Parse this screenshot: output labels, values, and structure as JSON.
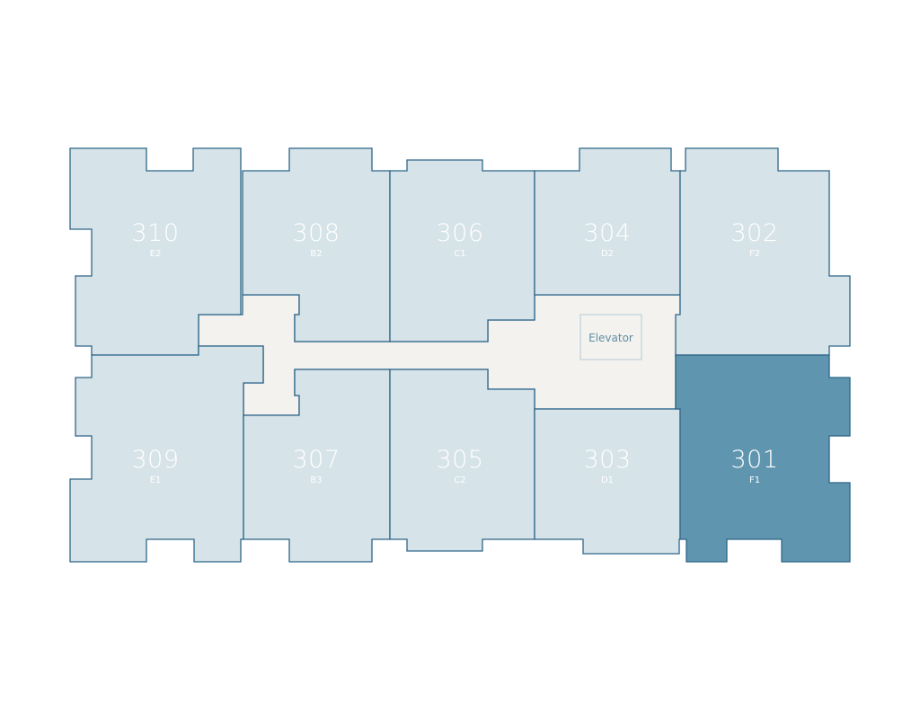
{
  "elevator": {
    "label": "Elevator"
  },
  "units": [
    {
      "id": "310",
      "number": "310",
      "type": "E2",
      "selected": false
    },
    {
      "id": "308",
      "number": "308",
      "type": "B2",
      "selected": false
    },
    {
      "id": "306",
      "number": "306",
      "type": "C1",
      "selected": false
    },
    {
      "id": "304",
      "number": "304",
      "type": "D2",
      "selected": false
    },
    {
      "id": "302",
      "number": "302",
      "type": "F2",
      "selected": false
    },
    {
      "id": "309",
      "number": "309",
      "type": "E1",
      "selected": false
    },
    {
      "id": "307",
      "number": "307",
      "type": "B3",
      "selected": false
    },
    {
      "id": "305",
      "number": "305",
      "type": "C2",
      "selected": false
    },
    {
      "id": "303",
      "number": "303",
      "type": "D1",
      "selected": false
    },
    {
      "id": "301",
      "number": "301",
      "type": "F1",
      "selected": true
    }
  ],
  "colors": {
    "unit": "#d6e3e8",
    "selected": "#5f95af",
    "outline": "#2e6689",
    "corridor": "#f3f2ee"
  }
}
